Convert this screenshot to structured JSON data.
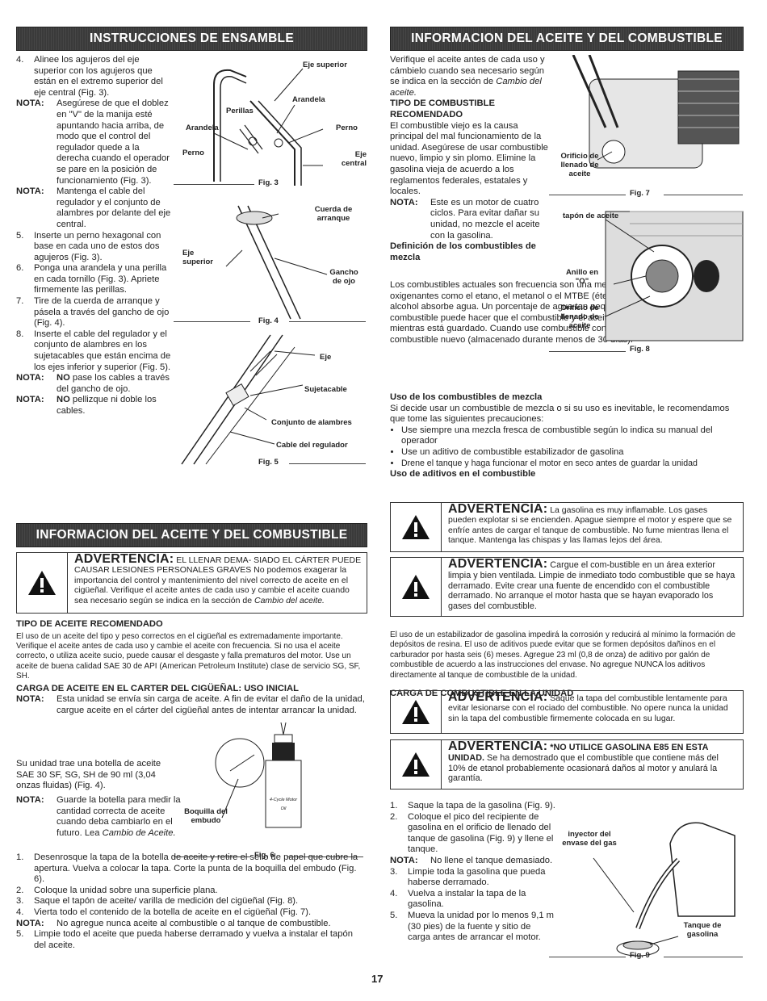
{
  "banners": {
    "top_left": "INSTRUCCIONES DE ENSAMBLE",
    "top_right": "INFORMACION DEL ACEITE Y DEL COMBUSTIBLE",
    "mid_left": "INFORMACION DEL ACEITE Y DEL COMBUSTIBLE"
  },
  "assembly": {
    "step4_num": "4.",
    "step4": "Alinee los agujeros del eje superior con los agujeros que están en el extremo superior del eje central (Fig. 3).",
    "nota_label": "NOTA:",
    "nota1": "Asegúrese de que el doblez en \"V\" de la manija esté apuntando hacia arriba, de modo que el control del regulador quede a la derecha cuando el operador se pare en la posición de funcionamiento (Fig. 3).",
    "nota2": "Mantenga el cable del regulador y el conjunto de alambres por delante del eje central.",
    "step5_num": "5.",
    "step5": "Inserte un perno hexagonal con base en cada uno de estos dos agujeros (Fig. 3).",
    "step6_num": "6.",
    "step6": "Ponga una arandela y una perilla en cada tornillo (Fig. 3). Apriete firmemente las perillas.",
    "step7_num": "7.",
    "step7": "Tire de la cuerda de arranque y pásela a través del gancho de ojo (Fig. 4).",
    "step8_num": "8.",
    "step8": "Inserte el cable del regulador y el conjunto de alambres en los sujetacables que están encima de los ejes inferior y superior (Fig. 5).",
    "nota3_b": "NO",
    "nota3": " pase los cables a través del gancho de ojo.",
    "nota4_b": "NO",
    "nota4": " pellizque ni doble los cables."
  },
  "fig3": {
    "caption": "Fig. 3",
    "eje_superior": "Eje superior",
    "arandela_r": "Arandela",
    "perillas": "Perillas",
    "arandela_l": "Arandela",
    "perno_r": "Perno",
    "perno_l": "Perno",
    "eje_central": "Eje central"
  },
  "fig4": {
    "caption": "Fig. 4",
    "cuerda": "Cuerda de arranque",
    "gancho": "Gancho de ojo",
    "eje": "Eje superior"
  },
  "fig5": {
    "caption": "Fig. 5",
    "eje": "Eje",
    "sujetacable": "Sujetacable",
    "conjunto": "Conjunto de alambres",
    "cable": "Cable del regulador"
  },
  "oil": {
    "warn_title": "ADVERTENCIA:",
    "warn_text": " EL LLENAR DEMA- SIADO EL CÁRTER PUEDE CAUSAR LESIONES PERSONALES GRAVES No podemos exagerar la importancia del control y mantenimiento del nivel correcto de aceite en el cigüeñal. Verifique el aceite antes de cada uso y cambie el aceite cuando sea necesario según se indica en la sección de ",
    "warn_ital": "Cambio del aceite.",
    "h1": "TIPO DE ACEITE RECOMENDADO",
    "p1": "El uso de un aceite del tipo y peso correctos en el cigüeñal es extremadamente importante. Verifique el aceite antes de cada uso y cambie el aceite con frecuencia. Si no usa el aceite correcto, o utiliza aceite sucio, puede causar el desgaste y falla prematuros del motor. Use un aceite de buena calidad SAE 30 de API (American Petroleum Institute) clase de servicio SG, SF, SH.",
    "h2": "CARGA DE ACEITE EN EL CARTER DEL CIGÜEÑAL: USO INICIAL",
    "nota_label": "NOTA:",
    "nota1": "Esta unidad se envía sin carga de aceite. A fin de evitar el daño de la unidad, cargue aceite en el cárter del cigüeñal antes de intentar arrancar la unidad.",
    "p2": "Su unidad trae una botella de aceite SAE 30 SF, SG, SH de 90 ml (3,04 onzas fluidas) (Fig. 4).",
    "nota2": "Guarde la botella para medir la cantidad correcta de aceite cuando deba cambiarlo en el futuro. Lea ",
    "nota2_ital": "Cambio de Aceite.",
    "s1_num": "1.",
    "s1": "Desenrosque la tapa de la botella de aceite y retire el sello de papel que cubre la apertura. Vuelva a colocar la tapa. Corte la punta de la boquilla del embudo (Fig. 6).",
    "s2_num": "2.",
    "s2": "Coloque la unidad sobre una superficie plana.",
    "s3_num": "3.",
    "s3": "Saque el tapón de aceite/ varilla de medición del cigüeñal (Fig. 8).",
    "s4_num": "4.",
    "s4": "Vierta todo el contenido de la botella de aceite en el cigüeñal (Fig. 7).",
    "nota3": "No agregue nunca aceite al combustible o al tanque de combustible.",
    "s5_num": "5.",
    "s5": "Limpie todo el aceite que pueda haberse derramado y vuelva a instalar el tapón del aceite."
  },
  "fig6": {
    "caption": "Fig. 6",
    "boquilla": "Boquilla del embudo",
    "bottle_label": "4-Cycle Motor Oil"
  },
  "right": {
    "p_intro": "Verifique el aceite antes de cada uso y cámbielo cuando sea necesario según se indica en la sección de ",
    "p_intro_ital": "Cambio del aceite.",
    "h1": "TIPO DE COMBUSTIBLE RECOMENDADO",
    "p1": "El combustible viejo es la causa principal del mal funcionamiento de la unidad. Asegúrese de usar combustible nuevo, limpio y sin plomo. Elimine la gasolina vieja de acuerdo a los reglamentos federales, estatales y locales.",
    "nota_label": "NOTA:",
    "nota1": "Este es un motor de cuatro ciclos. Para evitar dañar su unidad, no mezcle el aceite con la gasolina.",
    "h2": "Definición de los combustibles de mezcla",
    "p2": "Los combustibles actuales son frecuencia son una mezcla de gasolina y uno o más oxigenantes como el etano, el metanol o el MTBE (éter). El combustible con mezcla de alcohol absorbe agua. Un porcentaje de agua tan pequeño como el 1% en el combustible puede hacer que el combustible y el aceite se separen. Se forman ácidos mientras está guardado. Cuando use combustible con mezcla de alcohol, use combustible nuevo (almacenado durante menos de 30 días).",
    "h3": "Uso de los combustibles de mezcla",
    "p3": "Si decide usar un combustible de mezcla o si su uso es inevitable, le recomendamos que tome las siguientes precauciones:",
    "b1": "Use siempre una mezcla fresca de combustible según lo indica su manual del operador",
    "b2": "Use un aditivo de combustible estabilizador de gasolina",
    "b3": "Drene el tanque y haga funcionar el motor en seco antes de guardar la unidad",
    "h4": "Uso de aditivos en el combustible",
    "w1_title": "ADVERTENCIA:",
    "w1": " La gasolina es muy inflamable. Los gases pueden explotar si se encienden. Apague siempre el motor y espere que se enfríe antes de cargar el tanque de combustible. No fume mientras llena el tanque. Mantenga las chispas y las llamas lejos del área.",
    "w2_title": "ADVERTENCIA:",
    "w2": " Cargue el com-bustible en un área exterior limpia y bien ventilada. Limpie de inmediato todo combustible que se haya derramado. Evite crear una fuente de encendido con el combustible derramado. No arranque el motor hasta que se hayan evaporado los gases del combustible.",
    "p4": "El uso de un estabilizador de gasolina impedirá la corrosión y reducirá al mínimo la formación de depósitos de resina. El uso de aditivos puede evitar que se formen depósitos dañinos en el carburador por hasta seis (6) meses. Agregue 23 ml (0,8 de onza) de aditivo por galón de combustible de acuerdo a las instrucciones del envase. No agregue NUNCA los aditivos directamente al tanque de combustible de la unidad.",
    "h5": "CARGA DE COMBUSTIBLE EN LA UNIDAD",
    "w3_title": "ADVERTENCIA:",
    "w3": " Saque la tapa del combustible lentamente para evitar lesionarse con el rociado del combustible. No opere nunca la unidad sin la tapa del combustible firmemente colocada en su lugar.",
    "w4_title": "ADVERTENCIA:",
    "w4_b": " *NO UTILICE GASOLINA E85 EN ESTA UNIDAD.",
    "w4": " Se ha demostrado que el combustible que contiene más del 10% de etanol probablemente ocasionará daños al motor y anulará la garantía.",
    "s1_num": "1.",
    "s1": "Saque la tapa de la gasolina (Fig. 9).",
    "s2_num": "2.",
    "s2": "Coloque el pico del recipiente de gasolina en el orificio de llenado del tanque de gasolina (Fig. 9) y llene el tanque.",
    "nota2": "No llene el tanque demasiado.",
    "s3_num": "3.",
    "s3": "Limpie toda la gasolina que pueda haberse derramado.",
    "s4_num": "4.",
    "s4": "Vuelva a instalar la tapa de la gasolina.",
    "s5_num": "5.",
    "s5": "Mueva la unidad por lo menos 9,1 m (30 pies) de la fuente y sitio de carga antes de arrancar el motor."
  },
  "fig7": {
    "caption": "Fig. 7",
    "orificio": "Orificio de llenado de aceite"
  },
  "fig8": {
    "caption": "Fig. 8",
    "tapon": "tapón de aceite",
    "anillo": "Anillo en \"O\"",
    "orificio": "Orificio de llenado de aceite"
  },
  "fig9": {
    "caption": "Fig. 9",
    "inyector": "inyector del envase del gas",
    "tanque": "Tanque de gasolina"
  },
  "page_number": "17"
}
